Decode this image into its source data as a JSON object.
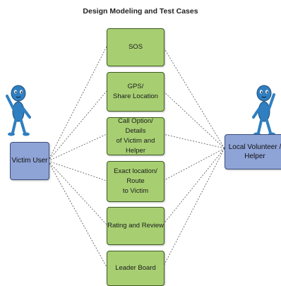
{
  "title": "Design Modeling and Test Cases",
  "actors": {
    "left": "Victim User",
    "right": "Local Volunteer /\nHelper"
  },
  "use_cases": [
    "SOS",
    "GPS/\nShare Location",
    "Call Option/ Details\nof Victim and\nHelper",
    "Exact location/\nRoute\nto Victim",
    "Rating and Review",
    "Leader Board"
  ],
  "colors": {
    "actor_fill": "#8ea3d6",
    "case_fill": "#a7cf72",
    "stick_figure": "#2f7fc1"
  },
  "icons": [
    "stick-figure-icon",
    "stick-figure-icon"
  ]
}
